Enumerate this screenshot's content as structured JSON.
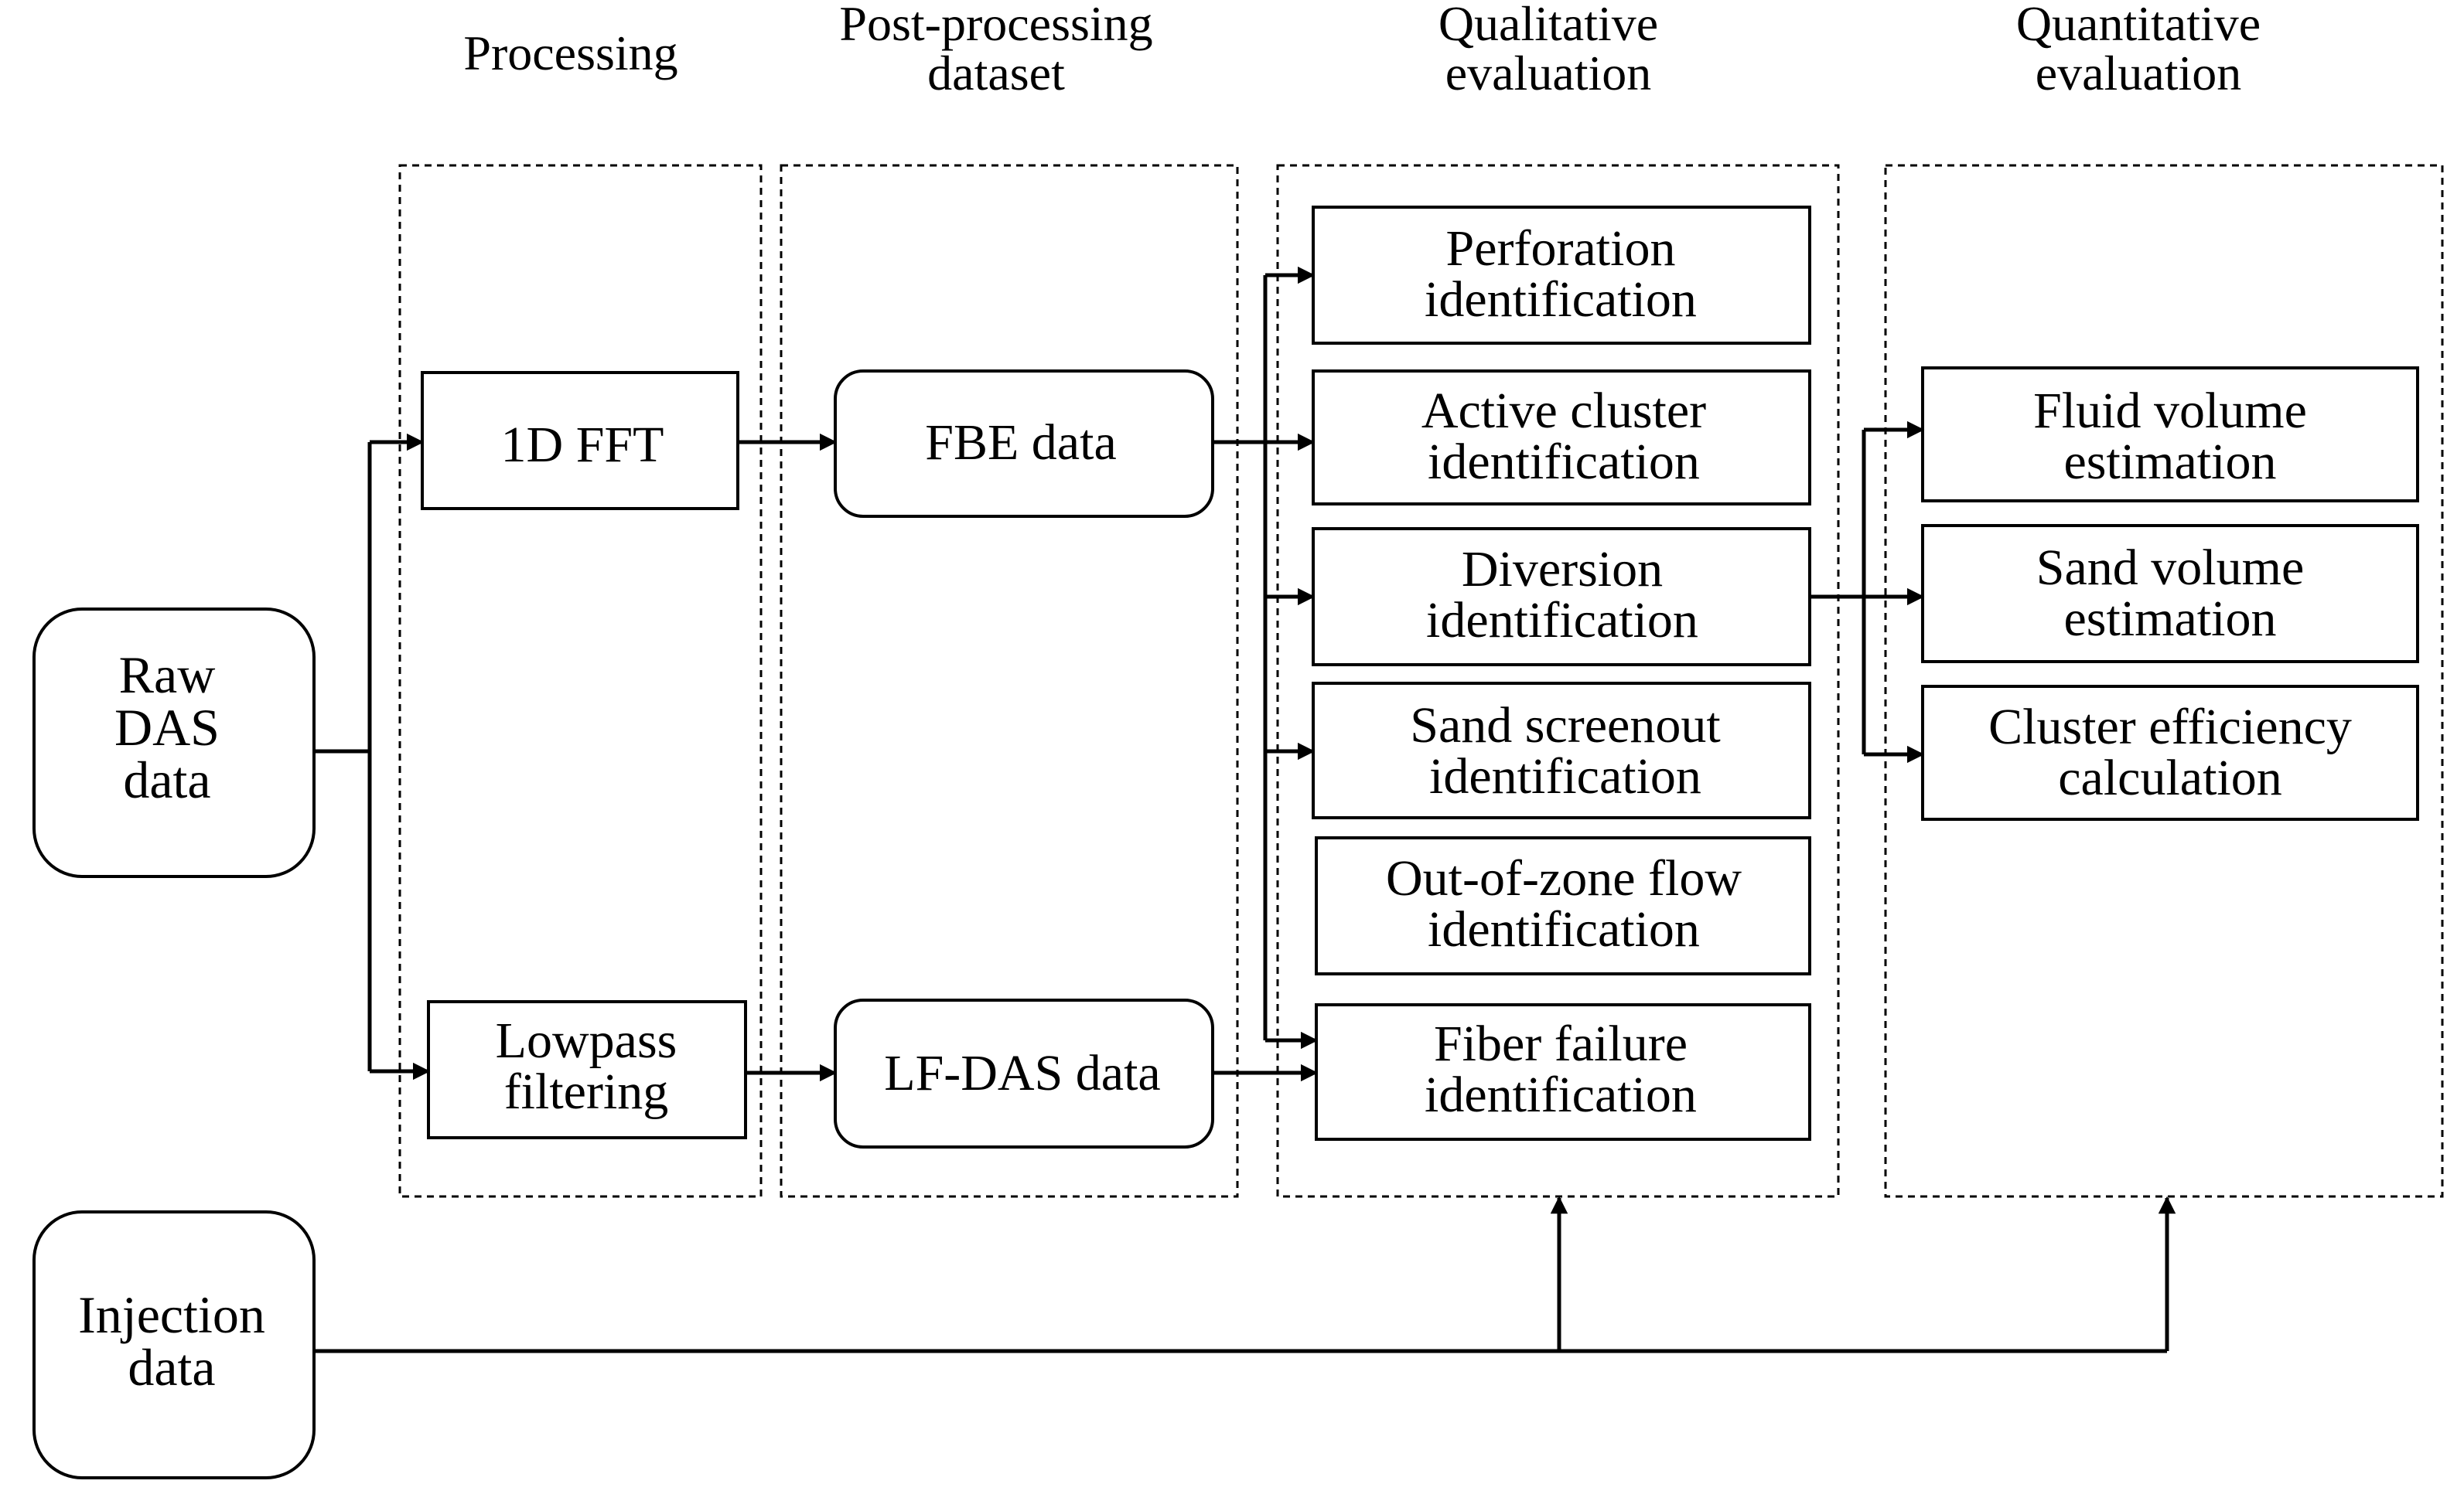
{
  "headers": {
    "processing": [
      "Processing"
    ],
    "post_processing": [
      "Post-processing",
      "dataset"
    ],
    "qualitative": [
      "Qualitative",
      "evaluation"
    ],
    "quantitative": [
      "Quantitative",
      "evaluation"
    ]
  },
  "sources": {
    "raw_das": [
      "Raw",
      "DAS",
      "data"
    ],
    "injection": [
      "Injection",
      "data"
    ]
  },
  "processing": {
    "fft": [
      "1D FFT"
    ],
    "lowpass": [
      "Lowpass",
      "filtering"
    ]
  },
  "datasets": {
    "fbe": [
      "FBE data"
    ],
    "lfdas": [
      "LF-DAS data"
    ]
  },
  "qualitative": {
    "perforation": [
      "Perforation",
      "identification"
    ],
    "active_cluster": [
      "Active cluster",
      "identification"
    ],
    "diversion": [
      "Diversion",
      "identification"
    ],
    "sand_screenout": [
      "Sand screenout",
      "identification"
    ],
    "out_of_zone": [
      "Out-of-zone flow",
      "identification"
    ],
    "fiber_failure": [
      "Fiber failure",
      "identification"
    ]
  },
  "quantitative": {
    "fluid_volume": [
      "Fluid volume",
      "estimation"
    ],
    "sand_volume": [
      "Sand volume",
      "estimation"
    ],
    "cluster_efficiency": [
      "Cluster efficiency",
      "calculation"
    ]
  }
}
